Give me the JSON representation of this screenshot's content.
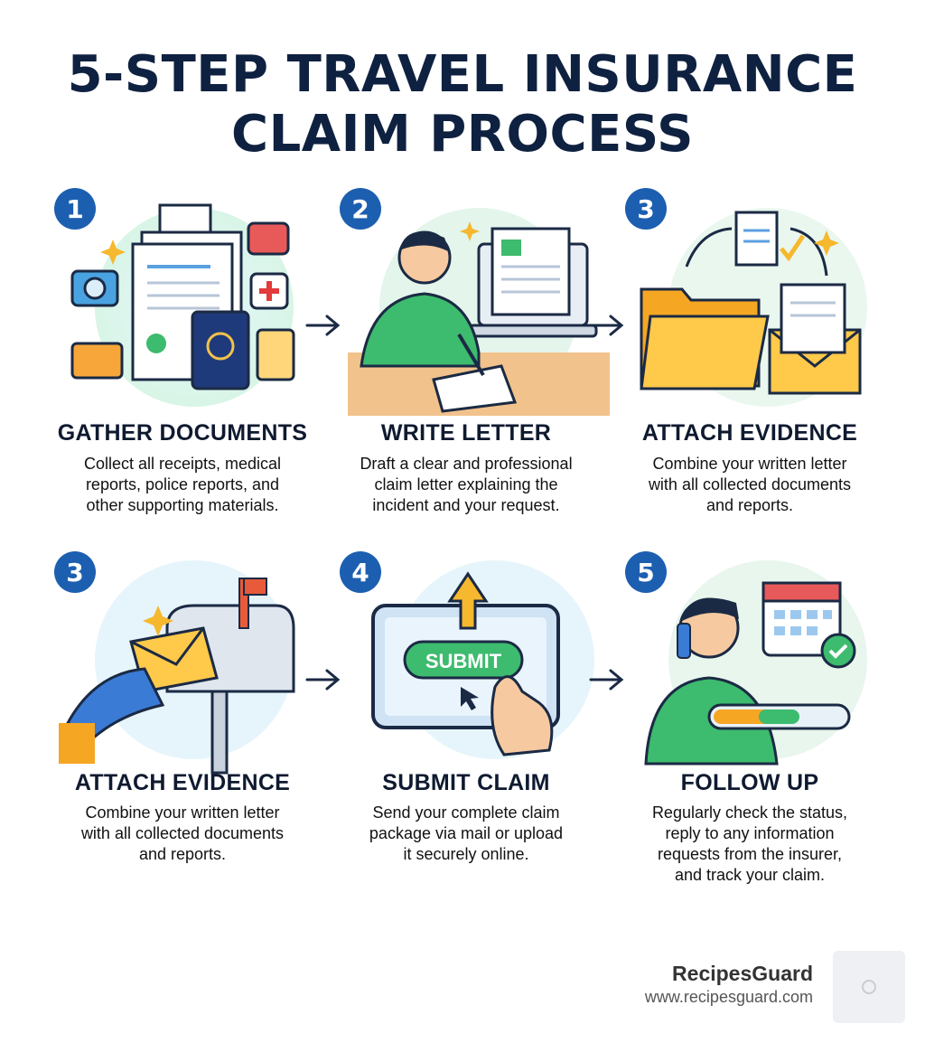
{
  "title": {
    "line1": "5-STEP TRAVEL INSURANCE",
    "line2": "CLAIM PROCESS"
  },
  "steps": [
    {
      "number": "1",
      "title": "GATHER DOCUMENTS",
      "desc": [
        "Collect all receipts, medical",
        "reports, police reports, and",
        "other supporting materials."
      ]
    },
    {
      "number": "2",
      "title": "WRITE LETTER",
      "desc": [
        "Draft a clear and professional",
        "claim letter explaining the",
        "incident and your request."
      ]
    },
    {
      "number": "3",
      "title": "ATTACH EVIDENCE",
      "desc": [
        "Combine your written letter",
        "with all collected documents",
        "and reports."
      ]
    },
    {
      "number": "3",
      "title": "ATTACH EVIDENCE",
      "desc": [
        "Combine your written letter",
        "with all collected documents",
        "and reports."
      ]
    },
    {
      "number": "4",
      "title": "SUBMIT CLAIM",
      "desc": [
        "Send your complete claim",
        "package via mail or upload",
        "it securely online."
      ]
    },
    {
      "number": "5",
      "title": "FOLLOW UP",
      "desc": [
        "Regularly check the status,",
        "reply to any information",
        "requests from the insurer,",
        "and track your claim."
      ]
    }
  ],
  "submit_button_label": "SUBMIT",
  "icons": [
    "documents-icon",
    "laptop-writing-icon",
    "folder-envelope-icon",
    "mailbox-icon",
    "tablet-submit-icon",
    "phone-calendar-icon",
    "arrow-right-icon"
  ],
  "colors": {
    "badge": "#1c5fb0",
    "title": "#0f2140",
    "green": "#3dbb6e",
    "folder": "#f7b733"
  },
  "brand": {
    "name": "RecipesGuard",
    "url": "www.recipesguard.com"
  }
}
